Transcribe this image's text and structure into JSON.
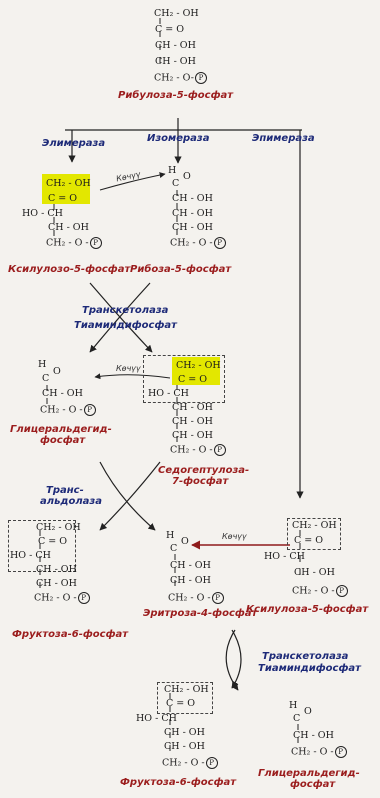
{
  "compounds": {
    "ribulose": {
      "lines": [
        "CH₂ - OH",
        "C = O",
        "CH - OH",
        "CH - OH",
        "CH₂ - O-"
      ],
      "label": "Рибулоза-5-фосфат"
    },
    "xylulose1": {
      "lines": [
        "CH₂ - OH",
        "C = O",
        "HO - CH",
        "CH - OH",
        "CH₂ - O -"
      ],
      "label": "Ксилулозо-5-фосфат"
    },
    "ribose": {
      "lines": [
        "H",
        "C",
        "O",
        "CH - OH",
        "CH - OH",
        "CH - OH",
        "CH₂ - O -"
      ],
      "label": "Рибоза-5-фосфат"
    },
    "glyceraldehyde1": {
      "lines": [
        "H",
        "C",
        "O",
        "CH - OH",
        "CH₂ - O -"
      ],
      "label_lines": [
        "Глицеральдегид-",
        "фосфат"
      ]
    },
    "sedoheptulose": {
      "lines": [
        "CH₂ - OH",
        "C = O",
        "HO - CH",
        "CH - OH",
        "CH - OH",
        "CH - OH",
        "CH₂ - O -"
      ],
      "label_lines": [
        "Седогептулоза-",
        "7-фосфат"
      ]
    },
    "fructose1": {
      "lines": [
        "CH₂ - OH",
        "C = O",
        "HO - CH",
        "CH - OH",
        "CH - OH",
        "CH₂ - O -"
      ],
      "label": "Фруктоза-6-фосфат"
    },
    "erythrose": {
      "lines": [
        "H",
        "C",
        "O",
        "CH - OH",
        "CH - OH",
        "CH₂ - O -"
      ],
      "label": "Эритроза-4-фосфат"
    },
    "xylulose2": {
      "lines": [
        "CH₂ - OH",
        "C = O",
        "HO - CH",
        "CH - OH",
        "CH₂ - O -"
      ],
      "label": "Ксилулоза-5-фосфат"
    },
    "fructose2": {
      "lines": [
        "CH₂ - OH",
        "C = O",
        "HO - CH",
        "CH - OH",
        "CH - OH",
        "CH₂ - O -"
      ],
      "label": "Фруктоза-6-фосфат"
    },
    "glyceraldehyde2": {
      "lines": [
        "H",
        "C",
        "O",
        "CH - OH",
        "CH₂ - O -"
      ],
      "label_lines": [
        "Глицеральдегид-",
        "фосфат"
      ]
    }
  },
  "phosphate_symbol": "P",
  "enzymes": {
    "epimerase_left": "Элимераза",
    "isomerase": "Изомераза",
    "epimerase_right": "Эпимераза",
    "transketolase1": "Транскетолаза",
    "tpp1": "Тиаминдифосфат",
    "transaldolase_1": "Транс-",
    "transaldolase_2": "альдолаза",
    "transketolase2": "Транскетолаза",
    "tpp2": "Тиаминдифосфат"
  },
  "transfer_label": "Көчүү",
  "colors": {
    "compound_label": "#9b1d1d",
    "enzyme_label": "#1d2a78",
    "highlight": "#e3e700",
    "transfer_arrow": "#8e1b1b"
  }
}
